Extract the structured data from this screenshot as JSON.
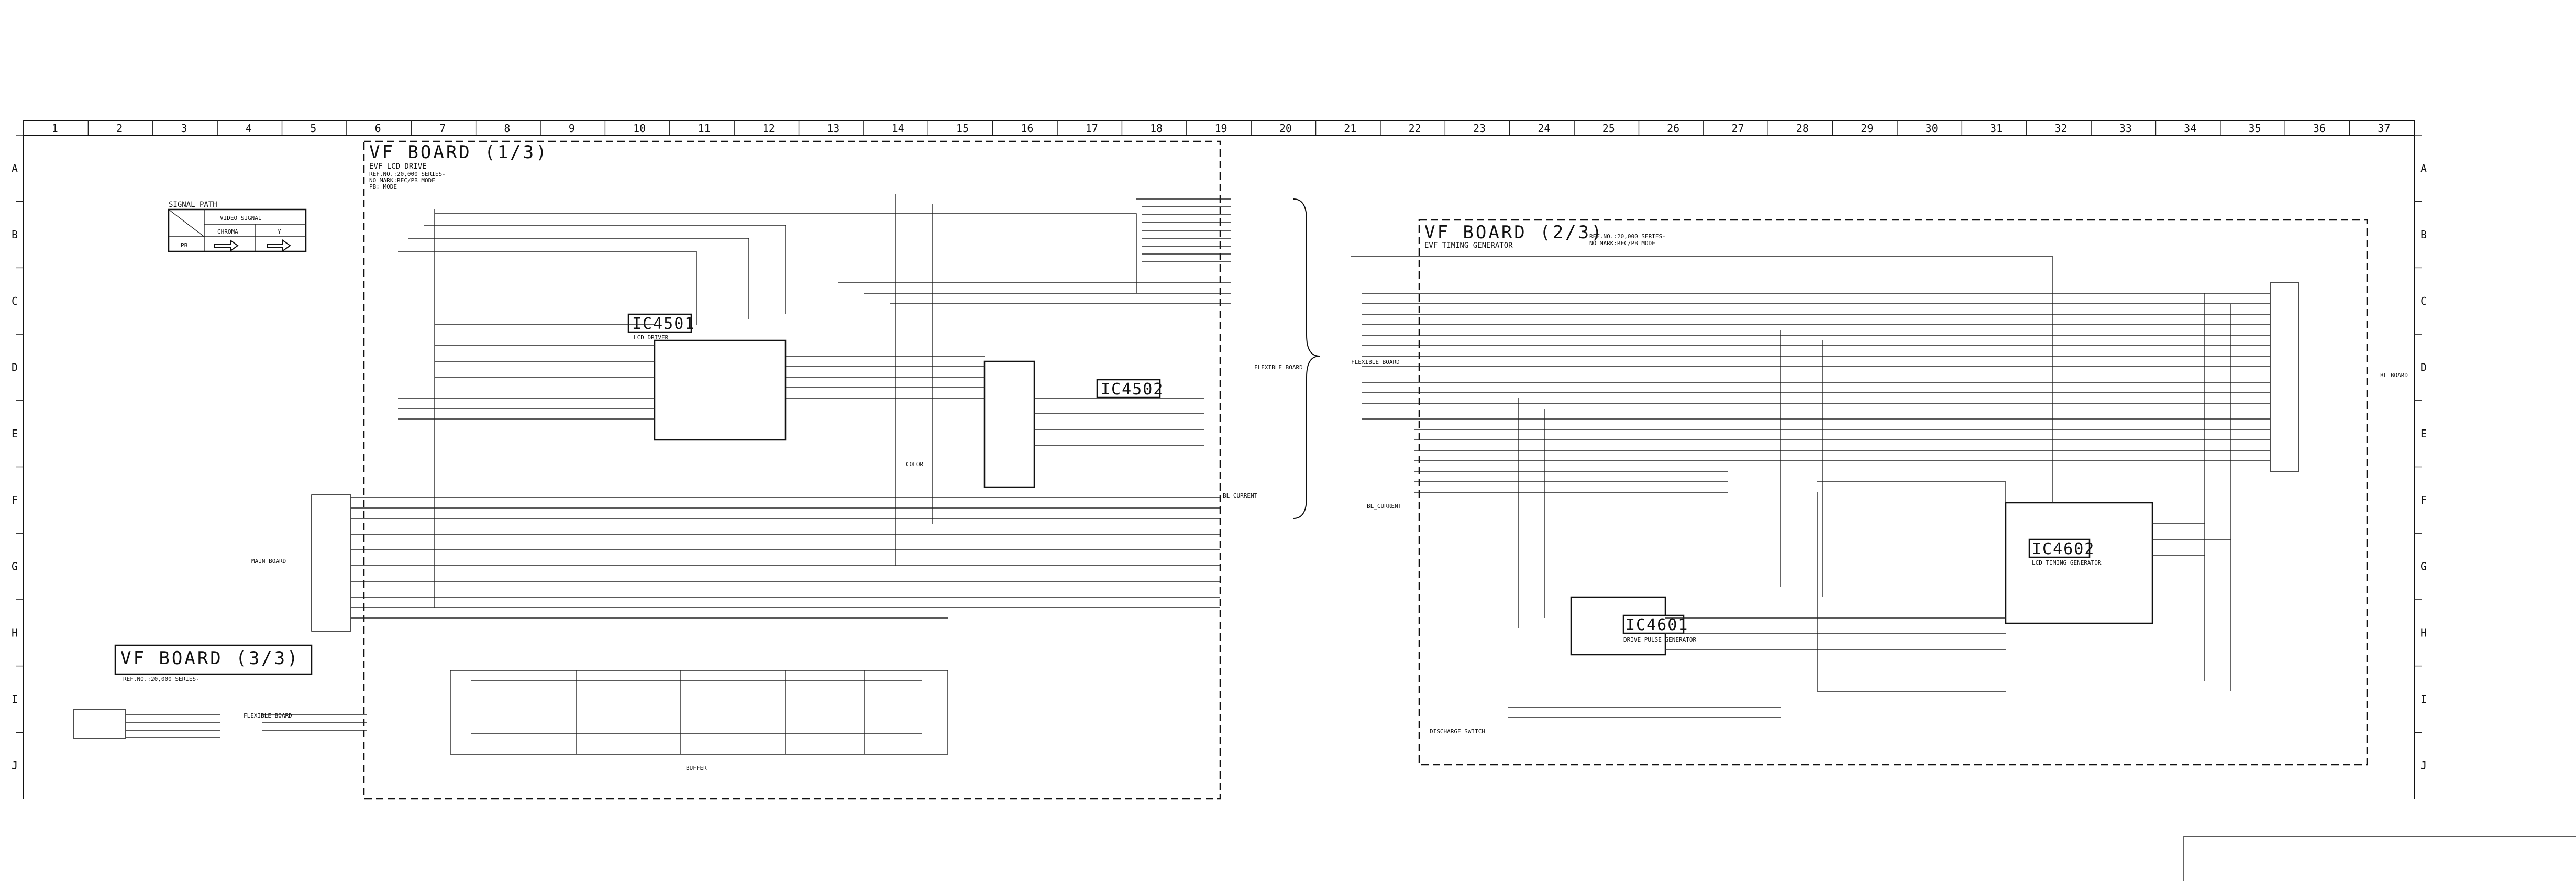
{
  "grid": {
    "columns": [
      "1",
      "2",
      "3",
      "4",
      "5",
      "6",
      "7",
      "8",
      "9",
      "10",
      "11",
      "12",
      "13",
      "14",
      "15",
      "16",
      "17",
      "18",
      "19",
      "20",
      "21",
      "22",
      "23",
      "24",
      "25",
      "26",
      "27",
      "28",
      "29",
      "30",
      "31",
      "32",
      "33",
      "34",
      "35",
      "36",
      "37"
    ],
    "rows": [
      "A",
      "B",
      "C",
      "D",
      "E",
      "F",
      "G",
      "H",
      "I",
      "J"
    ]
  },
  "legend": {
    "title": "SIGNAL PATH",
    "col_header": "VIDEO SIGNAL",
    "chroma": "CHROMA",
    "y": "Y",
    "row": "PB"
  },
  "board1": {
    "title": "VF BOARD (1/3)",
    "subtitle": "EVF LCD DRIVE",
    "notes": [
      "REF.NO.:20,000 SERIES-",
      "NO MARK:REC/PB MODE",
      "PB: MODE"
    ],
    "ic_main": "IC4501",
    "ic_main_label": "LCD DRIVER",
    "ic_second": "IC4502"
  },
  "board2": {
    "title": "VF BOARD (2/3)",
    "subtitle": "EVF TIMING GENERATOR",
    "notes": [
      "REF.NO.:20,000 SERIES-",
      "NO MARK:REC/PB MODE"
    ],
    "ic_main": "IC4602",
    "ic_main_label": "LCD TIMING GENERATOR",
    "ic_second": "IC4601",
    "ic_second_label": "DRIVE PULSE GENERATOR"
  },
  "board3": {
    "title": "VF BOARD (3/3)",
    "notes": [
      "REF.NO.:20,000 SERIES-"
    ]
  },
  "labels": {
    "main_board": "MAIN BOARD",
    "flexible_board": "FLEXIBLE BOARD",
    "bl_board": "BL BOARD",
    "discharge_switch": "DISCHARGE SWITCH",
    "buffer": "BUFFER",
    "color": "COLOR",
    "bl_current": "BL_CURRENT"
  }
}
